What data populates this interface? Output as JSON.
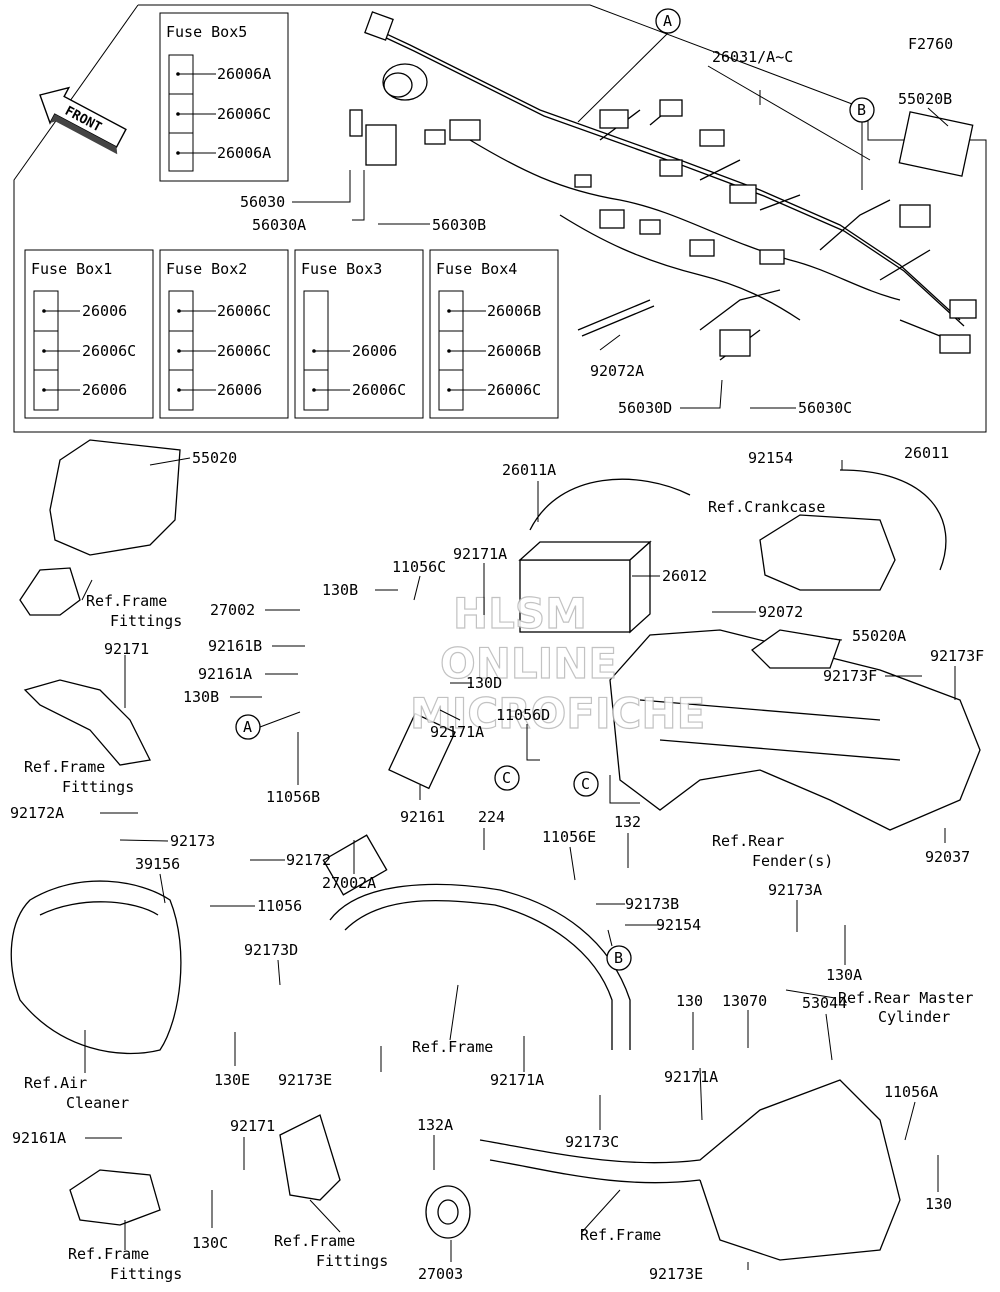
{
  "figure_code": "F2760",
  "front_arrow": "FRONT",
  "watermark": [
    "HLSM",
    "ONLINE",
    "MICROFICHE"
  ],
  "fuse_boxes": [
    {
      "title": "Fuse Box5",
      "parts": [
        "26006A",
        "26006C",
        "26006A"
      ]
    },
    {
      "title": "Fuse Box1",
      "parts": [
        "26006",
        "26006C",
        "26006"
      ]
    },
    {
      "title": "Fuse Box2",
      "parts": [
        "26006C",
        "26006C",
        "26006"
      ]
    },
    {
      "title": "Fuse Box3",
      "parts": [
        "26006",
        "26006C"
      ]
    },
    {
      "title": "Fuse Box4",
      "parts": [
        "26006B",
        "26006B",
        "26006C"
      ]
    }
  ],
  "callouts": {
    "A": "A",
    "B": "B",
    "C": "C"
  },
  "parts": {
    "p26031": "26031/A~C",
    "p55020B": "55020B",
    "p56030": "56030",
    "p56030A": "56030A",
    "p56030B": "56030B",
    "p92072A": "92072A",
    "p56030D": "56030D",
    "p56030C": "56030C",
    "p55020": "55020",
    "p26011A": "26011A",
    "p92154a": "92154",
    "p26011": "26011",
    "p92171A_a": "92171A",
    "p11056C": "11056C",
    "p130B_a": "130B",
    "p27002": "27002",
    "p26012": "26012",
    "p92161B": "92161B",
    "p92072": "92072",
    "p55020A": "55020A",
    "p92161A_a": "92161A",
    "p130D": "130D",
    "p92173F_a": "92173F",
    "p92173F_b": "92173F",
    "p130B_b": "130B",
    "p92171": "92171",
    "p11056D": "11056D",
    "p92171A_b": "92171A",
    "p11056B": "11056B",
    "p92172A": "92172A",
    "p92161": "92161",
    "p224": "224",
    "p92173": "92173",
    "p27002A": "27002A",
    "p92037": "92037",
    "p39156": "39156",
    "p92172": "92172",
    "p11056E": "11056E",
    "p132": "132",
    "p11056": "11056",
    "p92173A": "92173A",
    "p92173B": "92173B",
    "p92154b": "92154",
    "p92173D": "92173D",
    "p130A": "130A",
    "p130E": "130E",
    "p92173E_a": "92173E",
    "p92171A_c": "92171A",
    "p130": "130",
    "p13070": "13070",
    "p53044": "53044",
    "p92171A_d": "92171A",
    "p11056A": "11056A",
    "p132A": "132A",
    "p92173C": "92173C",
    "p92161A_b": "92161A",
    "p92171b": "92171",
    "p130C": "130C",
    "p130b": "130",
    "p27003": "27003",
    "p92173E_b": "92173E"
  },
  "refs": {
    "frame_fittings_1": [
      "Ref.Frame",
      "Fittings"
    ],
    "frame_fittings_2": [
      "Ref.Frame",
      "Fittings"
    ],
    "crankcase": [
      "Ref.Crankcase"
    ],
    "rear_fender": [
      "Ref.Rear",
      "Fender(s)"
    ],
    "rear_master": [
      "Ref.Rear Master",
      "Cylinder"
    ],
    "frame_1": [
      "Ref.Frame"
    ],
    "air_cleaner": [
      "Ref.Air",
      "Cleaner"
    ],
    "frame_fittings_3": [
      "Ref.Frame",
      "Fittings"
    ],
    "frame_fittings_4": [
      "Ref.Frame",
      "Fittings"
    ],
    "frame_2": [
      "Ref.Frame"
    ]
  }
}
